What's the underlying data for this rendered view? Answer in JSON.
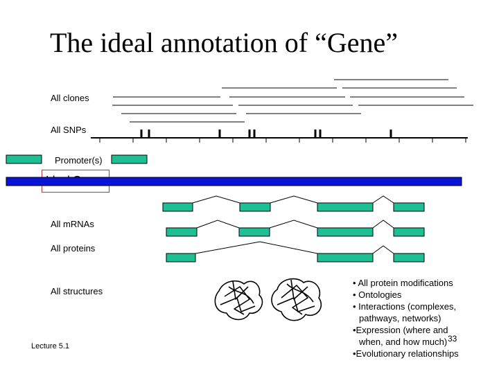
{
  "title": "The ideal annotation of “Gene”",
  "tracks": {
    "clones": "All clones",
    "snps": "All SNPs",
    "promoter": "Promoter(s)",
    "ideal_gene": "Ideal Gene",
    "mrnas": "All mRNAs",
    "proteins": "All proteins",
    "structures": "All structures"
  },
  "bullets": [
    "• All protein modifications",
    "• Ontologies",
    "• Interactions (complexes,",
    "pathways, networks)",
    "•Expression (where and",
    "when, and how much)",
    "•Evolutionary relationships"
  ],
  "footer": {
    "lecture": "Lecture 5.1",
    "page_number": "33"
  },
  "colors": {
    "feature": "#1fbf94",
    "gene_bar": "#0a14d6",
    "ideal_box_border": "#c0303a"
  }
}
